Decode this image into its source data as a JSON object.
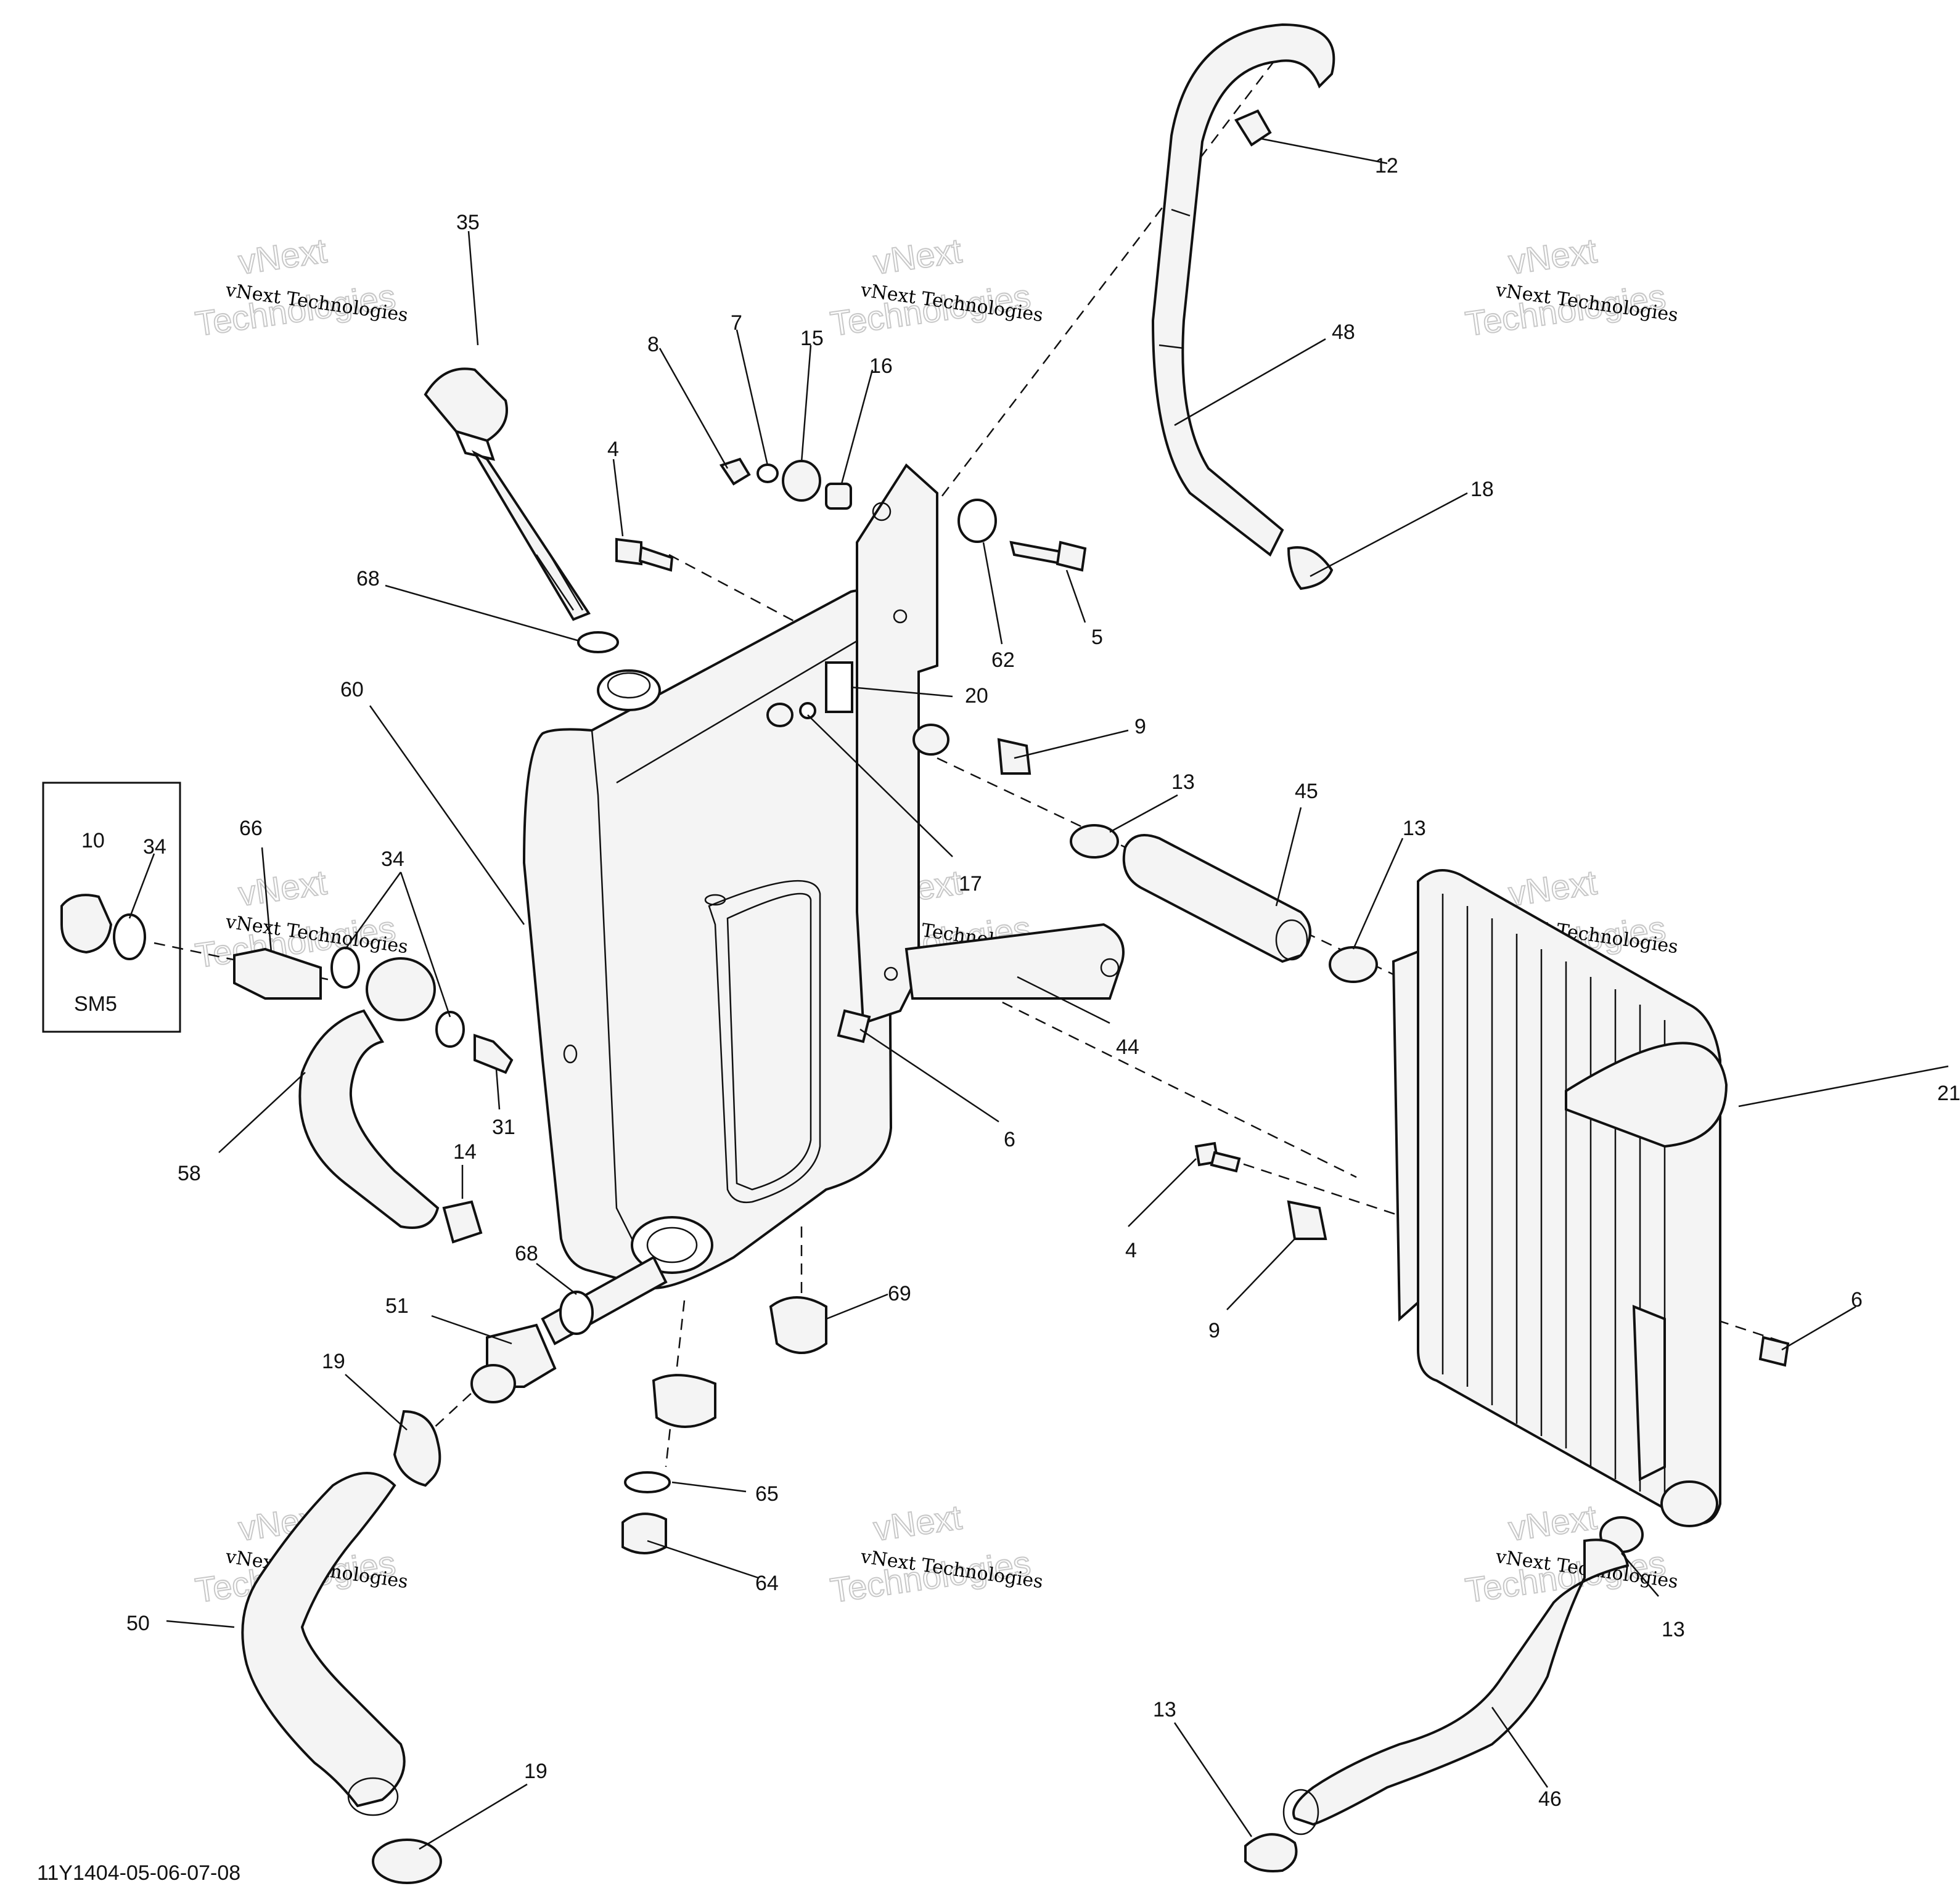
{
  "diagram": {
    "watermark_small": "vNext Technologies",
    "watermark_large_1": "vNext",
    "watermark_large_2": "Technologies",
    "inset_label": "SM5",
    "drawing_code": "11Y1404-05-06-07-08",
    "callouts": {
      "c35": "35",
      "c12": "12",
      "c48": "48",
      "c18": "18",
      "c8": "8",
      "c7": "7",
      "c15": "15",
      "c16": "16",
      "c4a": "4",
      "c5": "5",
      "c62": "62",
      "c68a": "68",
      "c20": "20",
      "c9a": "9",
      "c13a": "13",
      "c45": "45",
      "c13b": "13",
      "c60": "60",
      "c17": "17",
      "c10": "10",
      "c34a": "34",
      "c66": "66",
      "c34b": "34",
      "c44": "44",
      "c31": "31",
      "c21": "21",
      "c6a": "6",
      "c58": "58",
      "c14": "14",
      "c4b": "4",
      "c68b": "68",
      "c51": "51",
      "c69": "69",
      "c9b": "9",
      "c6b": "6",
      "c19a": "19",
      "c65": "65",
      "c64": "64",
      "c50": "50",
      "c13c": "13",
      "c13d": "13",
      "c46": "46",
      "c19b": "19"
    }
  }
}
